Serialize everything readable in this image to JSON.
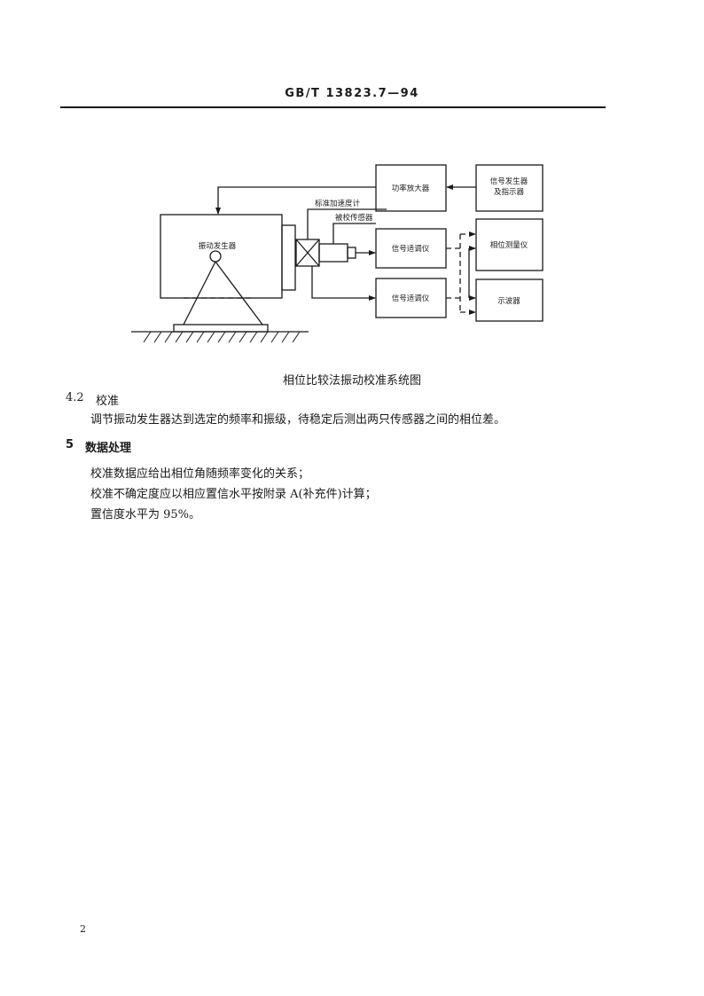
{
  "header": {
    "standard_number": "GB/T 13823.7—94"
  },
  "figure": {
    "boxes": {
      "vibration_generator": "振动发生器",
      "power_amplifier": "功率放大器",
      "signal_generator_line1": "信号发生器",
      "signal_generator_line2": "及指示器",
      "signal_conditioner_1": "信号适调仪",
      "signal_conditioner_2": "信号适调仪",
      "phase_meter": "相位测量仪",
      "oscilloscope": "示波器"
    },
    "labels": {
      "standard_accelerometer": "标准加速度计",
      "calibrated_sensor": "被校传感器"
    },
    "caption": "相位比较法振动校准系统图"
  },
  "section_4_2": {
    "number": "4.2",
    "title": "校准",
    "paragraph": "调节振动发生器达到选定的频率和振级，待稳定后测出两只传感器之间的相位差。"
  },
  "section_5": {
    "number": "5",
    "title": "数据处理",
    "lines": [
      "校准数据应给出相位角随频率变化的关系；",
      "校准不确定度应以相应置信水平按附录 A(补充件)计算；",
      "置信度水平为 95%。"
    ]
  },
  "page_number": "2"
}
